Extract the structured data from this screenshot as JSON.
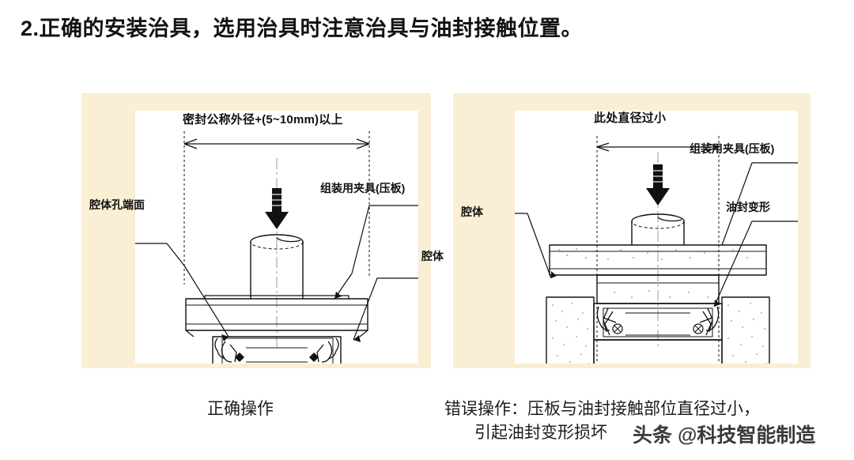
{
  "heading": "2.正确的安装治具，选用治具时注意治具与油封接触位置。",
  "panels": {
    "left": {
      "name": "correct-installation-diagram",
      "dimension_label": "密封公称外径+(5~10mm)以上",
      "labels": {
        "cavity_bore_face": "腔体孔端面",
        "assembly_fixture": "组装用夹具(压板)",
        "cavity": "腔体"
      },
      "caption": "正确操作"
    },
    "right": {
      "name": "incorrect-installation-diagram",
      "dimension_label": "此处直径过小",
      "labels": {
        "cavity": "腔体",
        "assembly_fixture": "组装用夹具(压板)",
        "seal_deformation": "油封变形"
      },
      "caption_line1": "错误操作：压板与油封接触部位直径过小，",
      "caption_line2": "引起油封变形损坏"
    }
  },
  "watermark": "头条 @科技智能制造",
  "colors": {
    "panel_background": "#faeed4",
    "inner_background": "#ffffff",
    "line": "#111111",
    "text": "#1a1a1a"
  }
}
